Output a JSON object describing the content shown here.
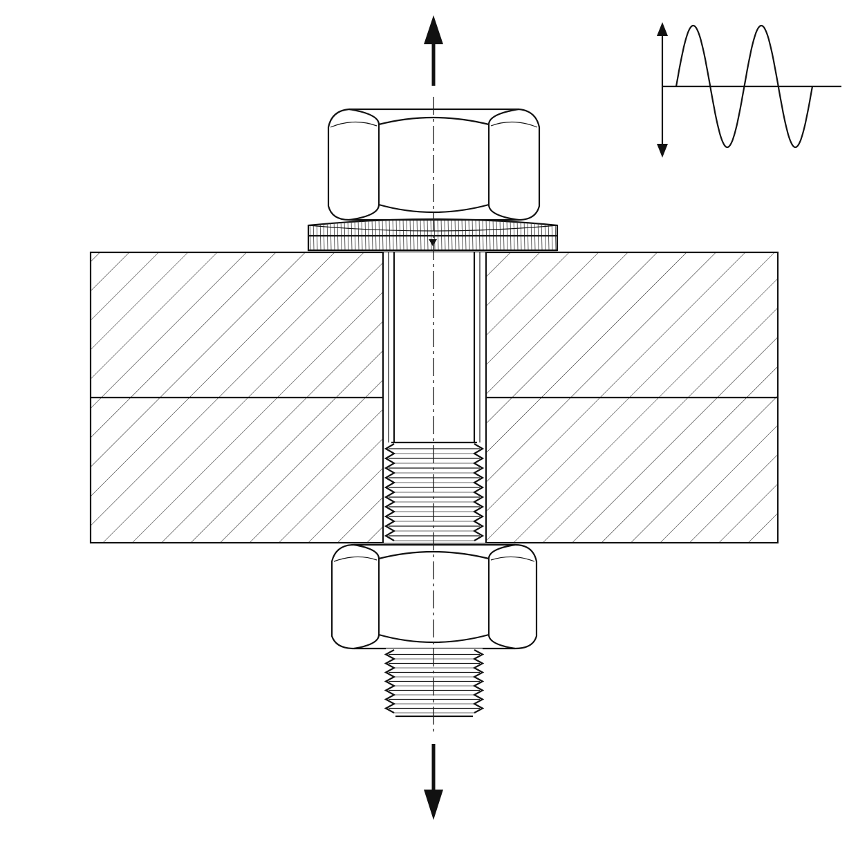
{
  "figure": {
    "subject": "bolted-joint-under-cyclic-axial-load",
    "components": [
      "hex-bolt-head",
      "serrated-washer",
      "upper-plate",
      "lower-plate",
      "bolt-shank",
      "thread",
      "hex-nut"
    ],
    "load_icon": "sine-wave-icon",
    "colors": {
      "line": "#111111",
      "background": "#ffffff",
      "hatch": "#222222"
    }
  }
}
